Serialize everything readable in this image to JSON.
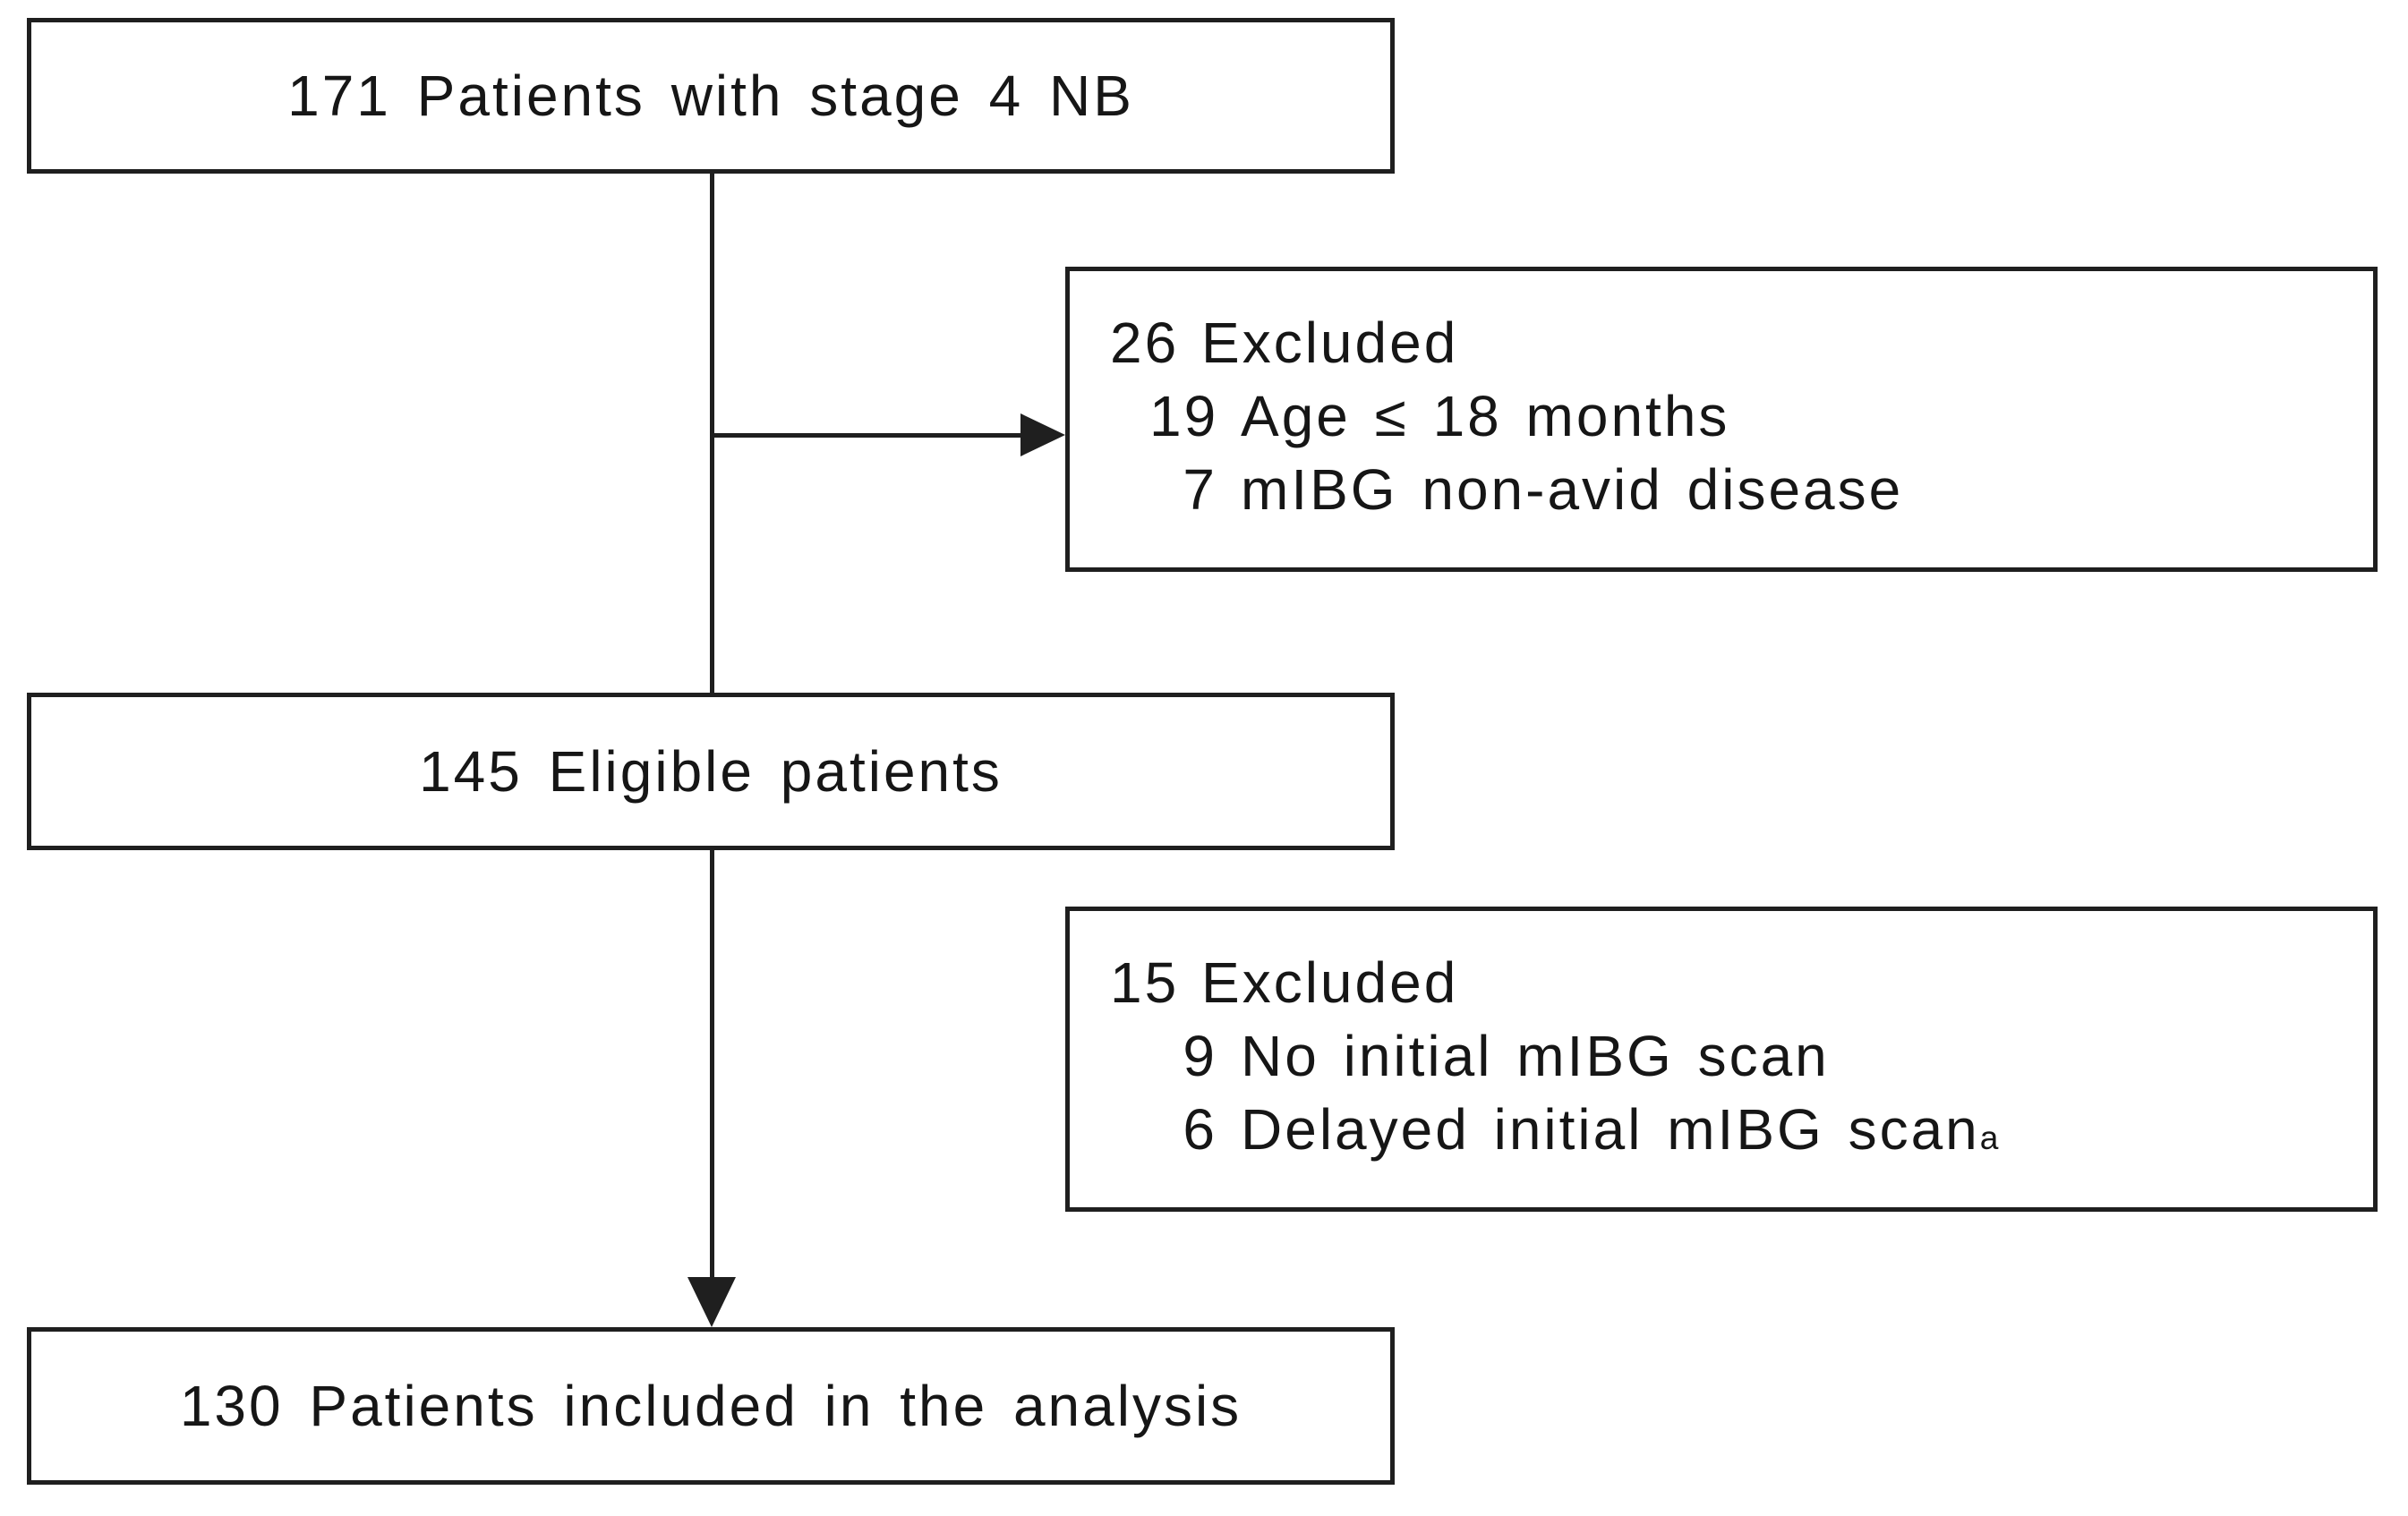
{
  "diagram": {
    "kind": "patient-flow-diagram",
    "colors": {
      "background": "#ffffff",
      "line": "#1f1f1f",
      "text": "#161616"
    },
    "flow": {
      "top_box": {
        "text": "171 Patients with stage 4 NB"
      },
      "excluded_box_1": {
        "header": {
          "num": "26",
          "text": "Excluded"
        },
        "items": [
          {
            "num": "19",
            "text": "Age ≤ 18 months"
          },
          {
            "num": "7",
            "text": "mIBG non-avid disease"
          }
        ]
      },
      "middle_box": {
        "text": "145 Eligible patients"
      },
      "excluded_box_2": {
        "header": {
          "num": "15",
          "text": "Excluded"
        },
        "items": [
          {
            "num": "9",
            "text": "No initial mIBG scan"
          },
          {
            "num": "6",
            "text": "Delayed initial mIBG scan",
            "superscript": "a"
          }
        ]
      },
      "bottom_box": {
        "text": "130 Patients included in the analysis"
      }
    }
  }
}
